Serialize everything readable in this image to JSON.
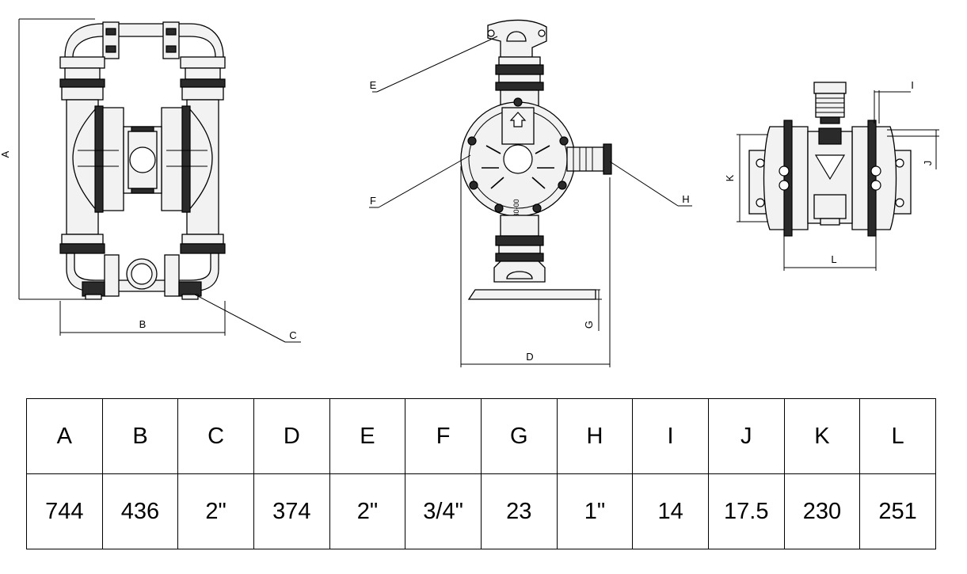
{
  "drawing": {
    "front_view_labels": {
      "a": "A",
      "b": "B",
      "c": "C"
    },
    "side_view_labels": {
      "e": "E",
      "f": "F",
      "h": "H",
      "g": "G",
      "d": "D"
    },
    "body_marking": "230-30-00",
    "top_view_labels": {
      "i": "I",
      "j": "J",
      "k": "K",
      "l": "L"
    }
  },
  "table": {
    "headers": [
      "A",
      "B",
      "C",
      "D",
      "E",
      "F",
      "G",
      "H",
      "I",
      "J",
      "K",
      "L"
    ],
    "values": [
      "744",
      "436",
      "2\"",
      "374",
      "2\"",
      "3/4\"",
      "23",
      "1\"",
      "14",
      "17.5",
      "230",
      "251"
    ]
  }
}
